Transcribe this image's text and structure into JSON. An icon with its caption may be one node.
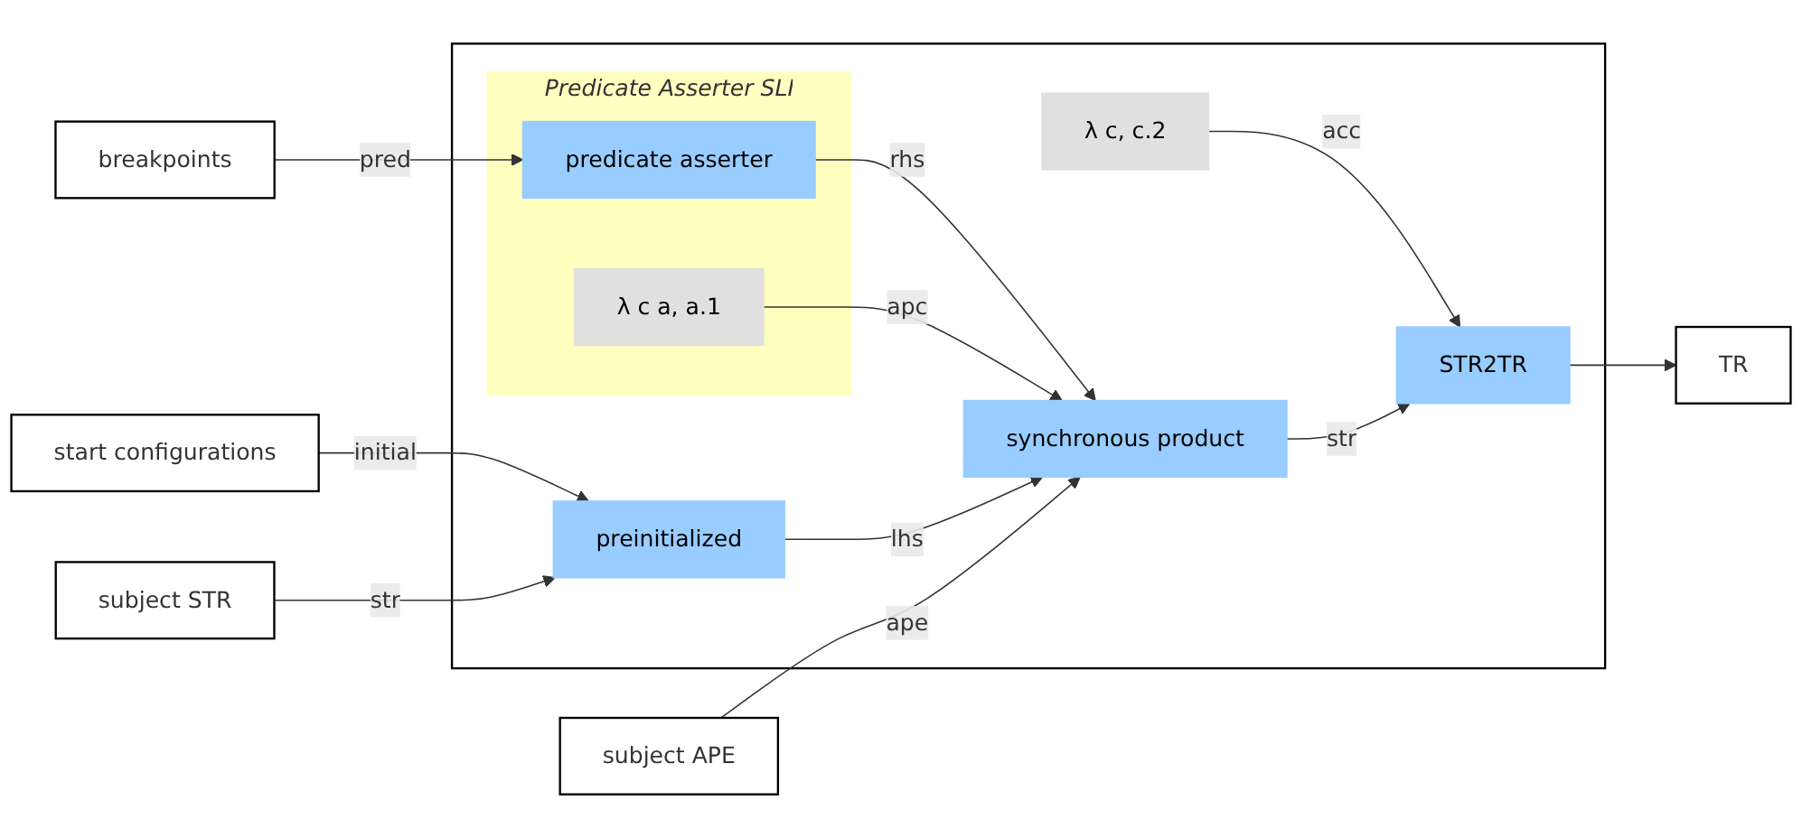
{
  "diagram": {
    "nodes": [
      {
        "text": [],
        "shape": "box"
      },
      {
        "text": [
          "start configurations"
        ]
      },
      {
        "text": [
          "breakpoints"
        ]
      },
      {
        "text": [
          "Predicate Asserter SLI"
        ],
        "in": 0
      },
      {
        "text": [
          "predicate asserter"
        ],
        "in": 3
      },
      {
        "text": [
          "λ c a, a.1"
        ],
        "in": 3
      },
      {
        "text": [
          "λ c, c.2"
        ],
        "in": 0
      },
      {
        "text": [
          "subject STR"
        ]
      },
      {
        "text": [
          "preinitialized"
        ],
        "in": 0
      },
      {
        "text": [
          "synchronous product"
        ],
        "in": 0
      },
      {
        "text": [
          "STR2TR"
        ],
        "in": 0
      },
      {
        "text": [
          "TR"
        ]
      },
      {
        "text": [
          "subject APE"
        ]
      }
    ],
    "edges": [
      {
        "from": 1,
        "to": 8,
        "arrow": "to",
        "label": "initial"
      },
      {
        "from": 2,
        "to": 4,
        "arrow": "to",
        "label": "pred"
      },
      {
        "from": 4,
        "to": 9,
        "arrow": "to",
        "label": "rhs"
      },
      {
        "from": 5,
        "to": 9,
        "arrow": "to",
        "label": "apc"
      },
      {
        "from": 6,
        "to": 10,
        "arrow": "to",
        "label": "acc"
      },
      {
        "from": 7,
        "to": 8,
        "arrow": "to",
        "label": "str"
      },
      {
        "from": 8,
        "to": 9,
        "arrow": "to",
        "label": "lhs"
      },
      {
        "from": 12,
        "to": 9,
        "arrow": "to",
        "label": "ape"
      },
      {
        "from": 9,
        "to": 10,
        "arrow": "to",
        "label": "str"
      },
      {
        "from": 10,
        "to": 11,
        "arrow": "to"
      }
    ]
  }
}
